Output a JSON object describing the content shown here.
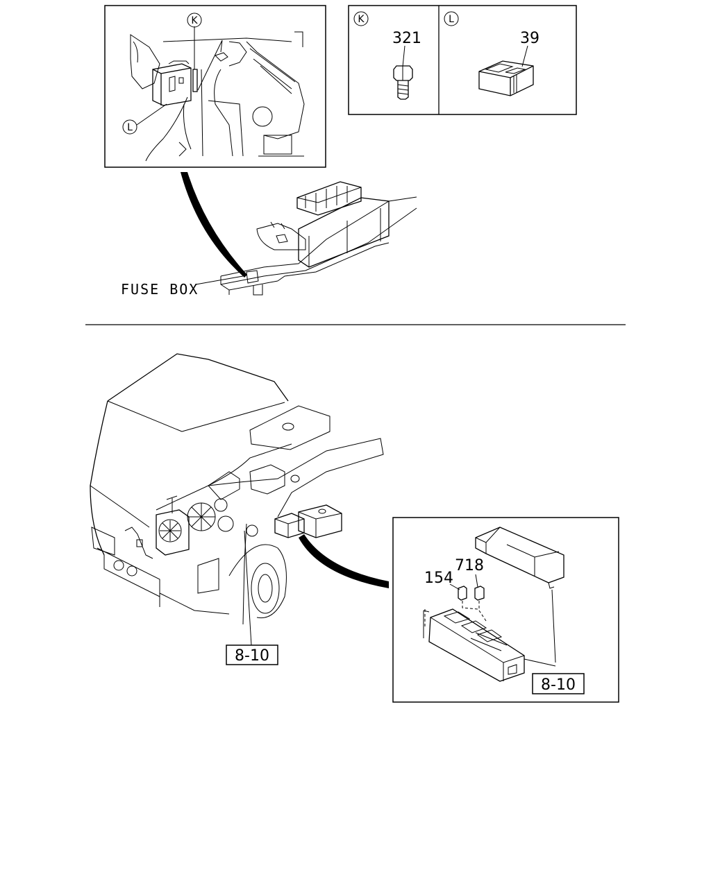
{
  "top": {
    "callout_k": "K",
    "callout_l": "L",
    "part_k_number": "321",
    "part_l_number": "39",
    "fuse_box_label": "FUSE BOX"
  },
  "bottom": {
    "part_a_number": "154",
    "part_b_number": "718",
    "ref_main": "8-10",
    "ref_detail": "8-10"
  }
}
